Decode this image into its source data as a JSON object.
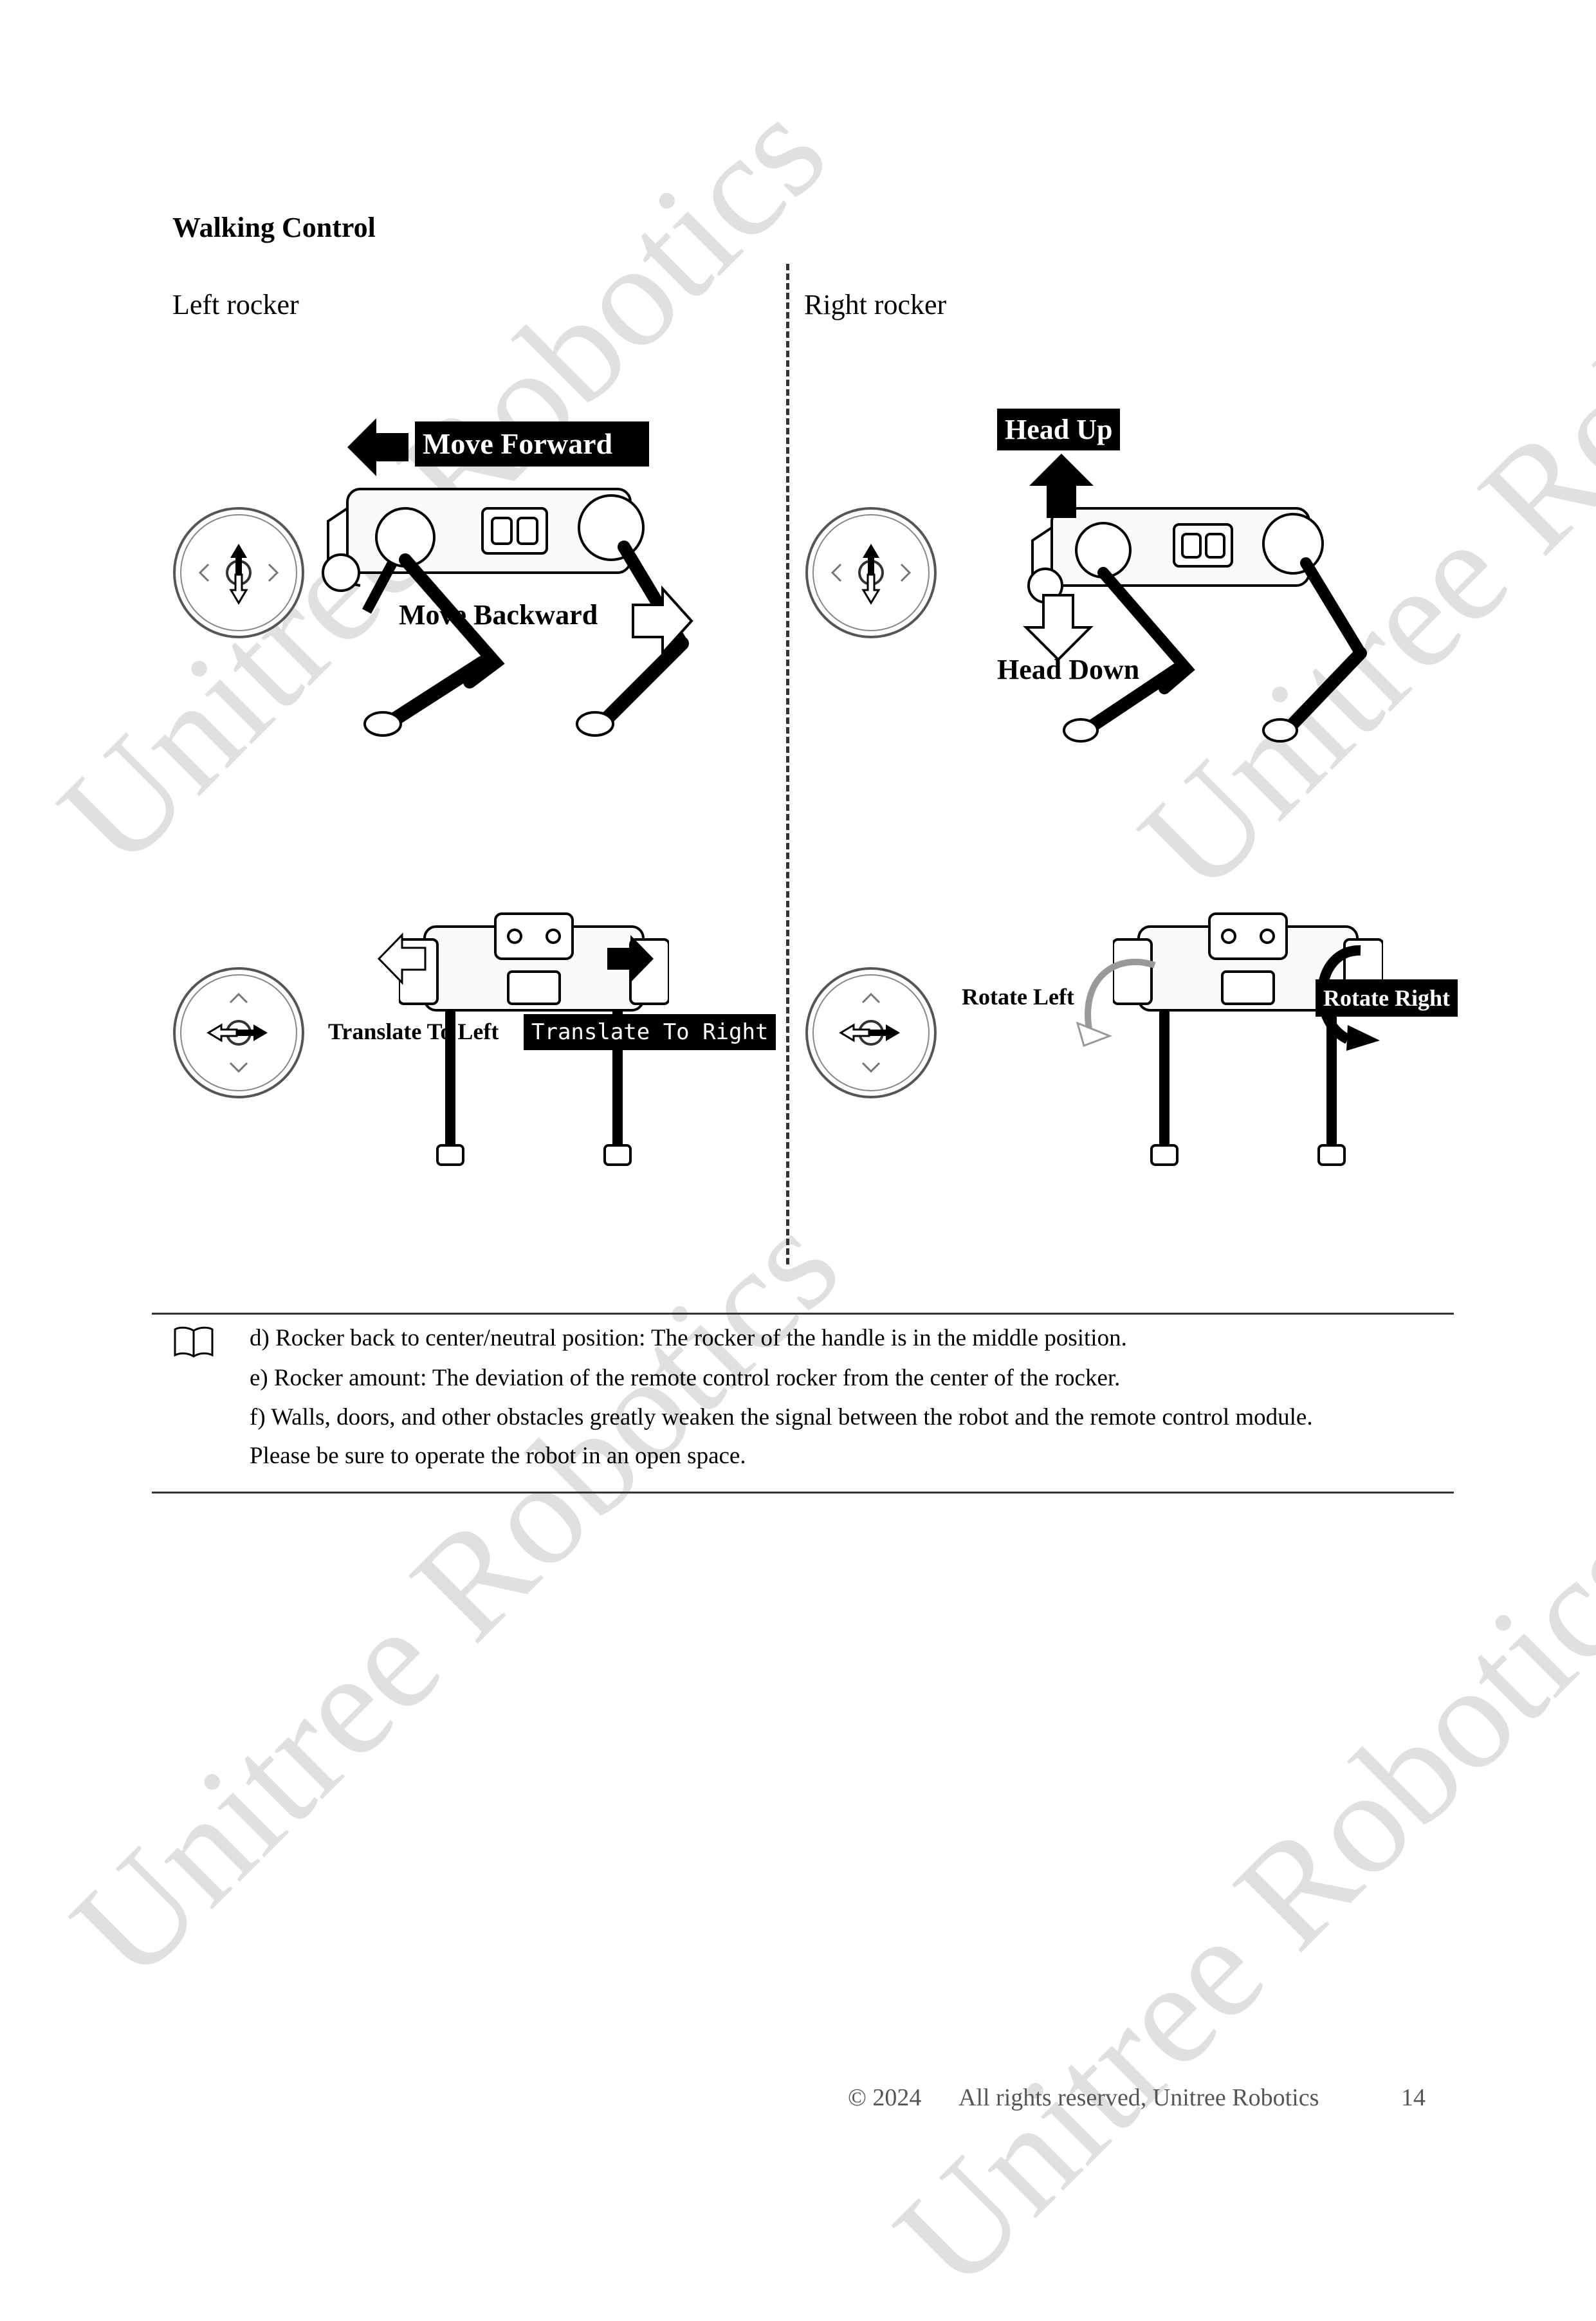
{
  "section": {
    "title": "Walking Control"
  },
  "columns": {
    "left": "Left rocker",
    "right": "Right rocker"
  },
  "figures": {
    "left_top": {
      "forward": "Move Forward",
      "backward": "Move Backward"
    },
    "right_top": {
      "up": "Head Up",
      "down": "Head Down"
    },
    "left_bottom": {
      "left": "Translate To Left",
      "right": "Translate To Right"
    },
    "right_bottom": {
      "left": "Rotate Left",
      "right": "Rotate Right"
    }
  },
  "notes": {
    "d": "d) Rocker back to center/neutral position: The rocker of the handle is in the middle position.",
    "e": "e) Rocker amount: The deviation of the remote control rocker from the center of the rocker.",
    "f1": "f) Walls, doors, and other obstacles greatly weaken the signal between the robot and the remote control module.",
    "f2": "Please be sure to operate the robot in an open space."
  },
  "footer": {
    "copyright": "© 2024",
    "rights": "All rights reserved, Unitree Robotics",
    "page": "14"
  },
  "watermark": {
    "text": "Unitree Robotics"
  },
  "icons": [
    "rocker-icon",
    "arrow-icon",
    "robot-dog-side-icon",
    "robot-dog-front-icon",
    "book-icon"
  ]
}
